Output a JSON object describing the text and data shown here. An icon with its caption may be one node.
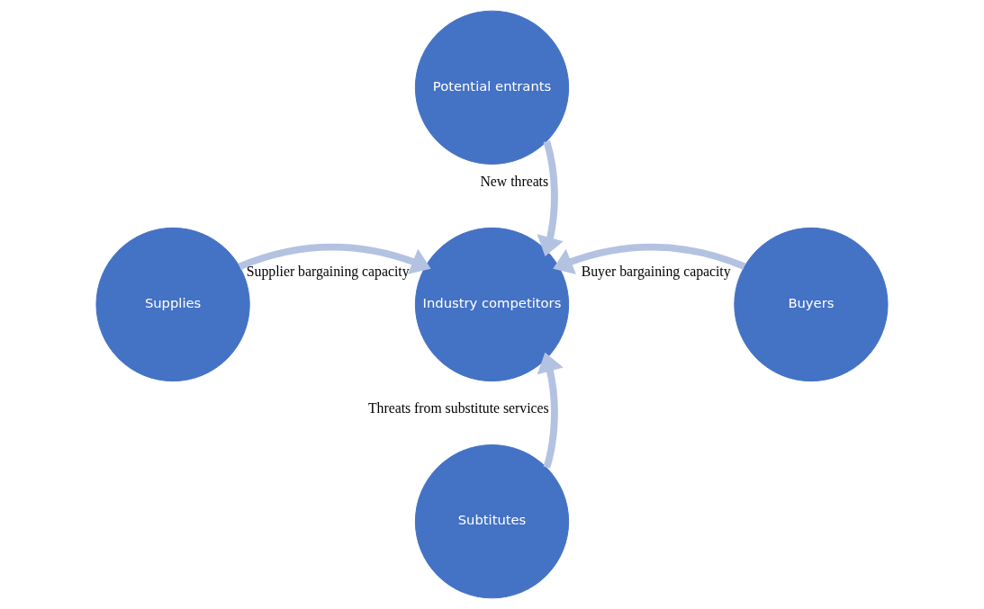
{
  "diagram": {
    "nodes": [
      {
        "text": [
          "Potential entrants"
        ]
      },
      {
        "text": [
          "Supplies"
        ]
      },
      {
        "text": [
          "Industry competitors"
        ]
      },
      {
        "text": [
          "Buyers"
        ]
      },
      {
        "text": [
          "Subtitutes"
        ]
      }
    ],
    "edges": [
      {
        "from": 0,
        "to": 2,
        "arrow": "to",
        "label": "New threats"
      },
      {
        "from": 1,
        "to": 2,
        "arrow": "to",
        "label": "Supplier bargaining capacity"
      },
      {
        "from": 3,
        "to": 2,
        "arrow": "to",
        "label": "Buyer bargaining capacity"
      },
      {
        "from": 4,
        "to": 2,
        "arrow": "to",
        "label": "Threats from substitute services"
      }
    ]
  }
}
